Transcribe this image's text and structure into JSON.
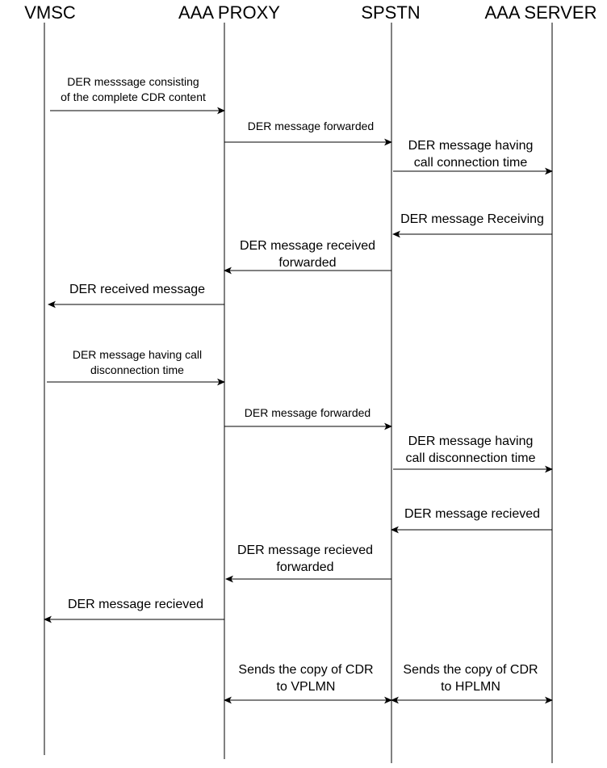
{
  "lifelines": [
    {
      "id": "vmsc",
      "name": "VMSC"
    },
    {
      "id": "proxy",
      "name": "AAA PROXY"
    },
    {
      "id": "spstn",
      "name": "SPSTN"
    },
    {
      "id": "server",
      "name": "AAA SERVER"
    }
  ],
  "messages": [
    {
      "id": "m1",
      "from": "vmsc",
      "to": "proxy",
      "lines": [
        "DER messsage consisting",
        "of the complete CDR content"
      ]
    },
    {
      "id": "m2",
      "from": "proxy",
      "to": "spstn",
      "lines": [
        "DER message forwarded"
      ]
    },
    {
      "id": "m3",
      "from": "spstn",
      "to": "server",
      "lines": [
        "DER message having",
        "call connection time"
      ]
    },
    {
      "id": "m4",
      "from": "server",
      "to": "spstn",
      "lines": [
        "DER message Receiving"
      ]
    },
    {
      "id": "m5",
      "from": "spstn",
      "to": "proxy",
      "lines": [
        "DER message received",
        "forwarded"
      ]
    },
    {
      "id": "m6",
      "from": "proxy",
      "to": "vmsc",
      "lines": [
        "DER received message"
      ]
    },
    {
      "id": "m7",
      "from": "vmsc",
      "to": "proxy",
      "lines": [
        "DER message having call",
        "disconnection time"
      ]
    },
    {
      "id": "m8",
      "from": "proxy",
      "to": "spstn",
      "lines": [
        "DER message forwarded"
      ]
    },
    {
      "id": "m9",
      "from": "spstn",
      "to": "server",
      "lines": [
        "DER message having",
        "call disconnection time"
      ]
    },
    {
      "id": "m10",
      "from": "server",
      "to": "spstn",
      "lines": [
        "DER message recieved"
      ]
    },
    {
      "id": "m11",
      "from": "spstn",
      "to": "proxy",
      "lines": [
        "DER message recieved",
        "forwarded"
      ]
    },
    {
      "id": "m12",
      "from": "proxy",
      "to": "vmsc",
      "lines": [
        "DER message recieved"
      ]
    },
    {
      "id": "m13",
      "from": "proxy",
      "to": "spstn",
      "bidirectional": true,
      "lines": [
        "Sends the copy of CDR",
        "to VPLMN"
      ]
    },
    {
      "id": "m14",
      "from": "spstn",
      "to": "server",
      "bidirectional": true,
      "lines": [
        "Sends the copy of CDR",
        "to HPLMN"
      ]
    }
  ]
}
